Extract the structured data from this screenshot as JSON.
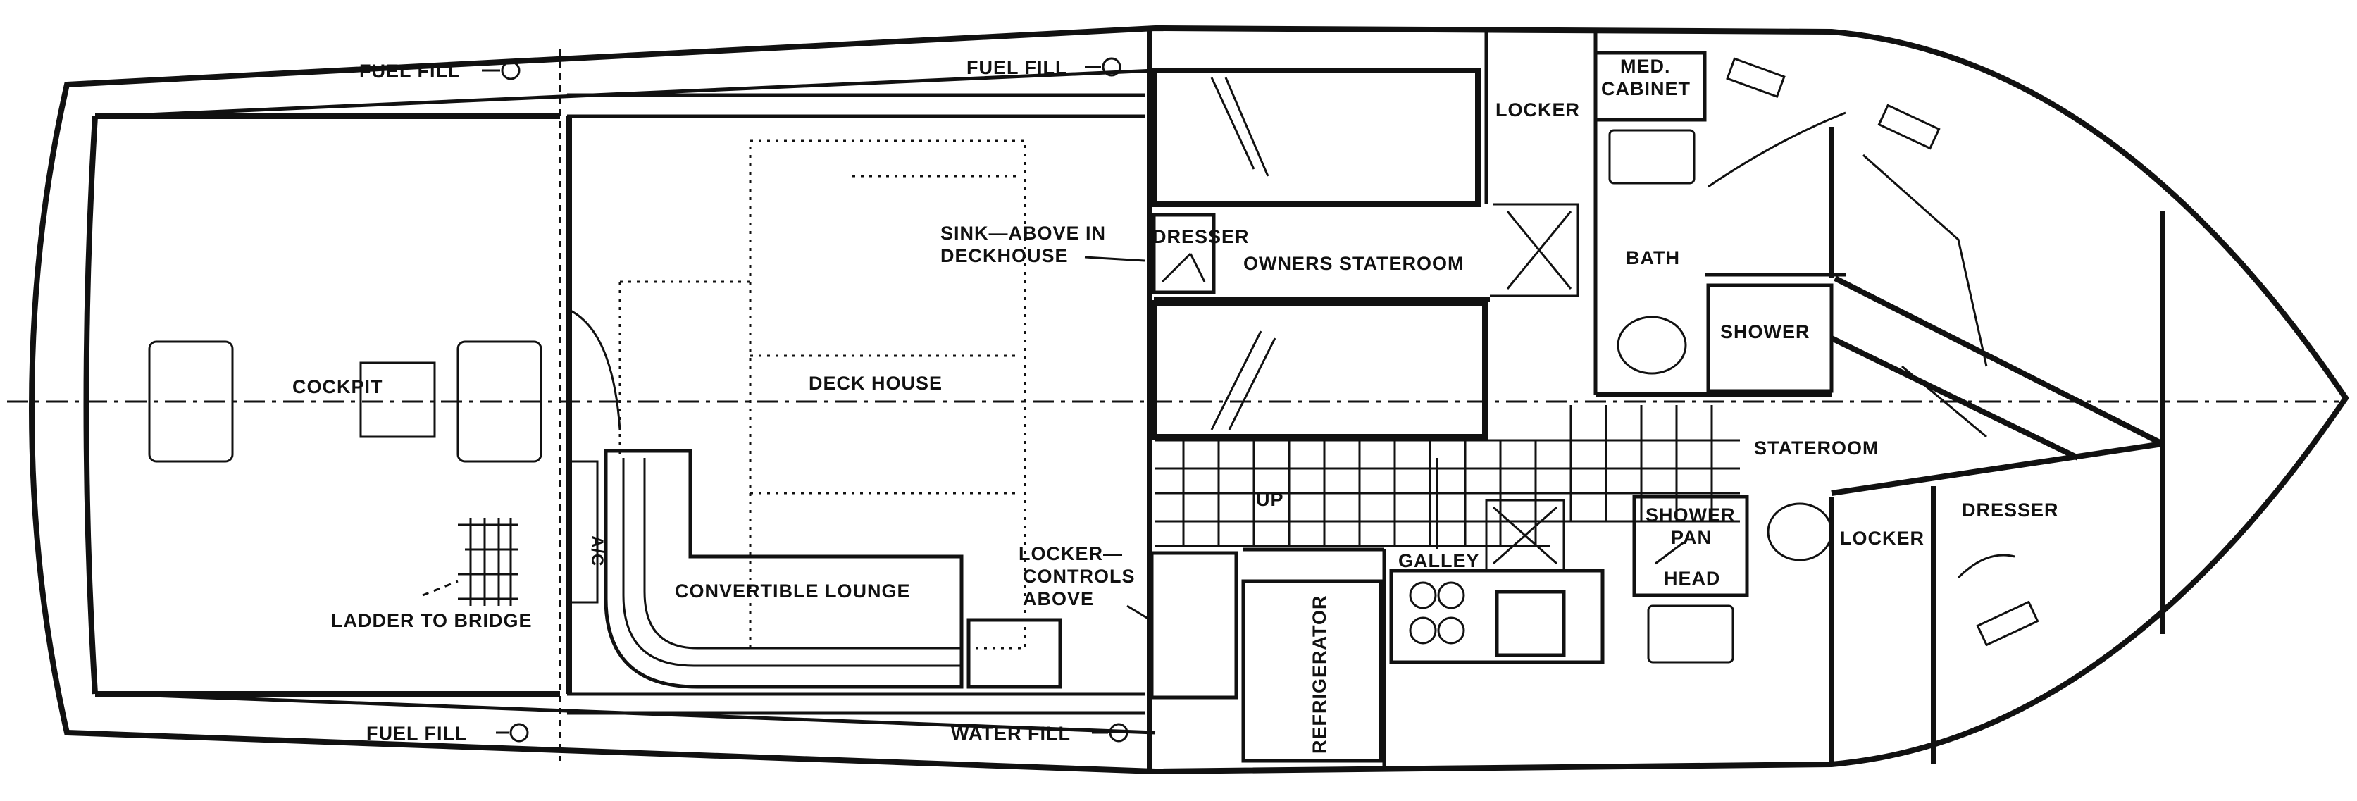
{
  "labels": {
    "fuel_fill_top_left": "FUEL FILL",
    "fuel_fill_top_center": "FUEL FILL",
    "fuel_fill_bottom_left": "FUEL FILL",
    "water_fill": "WATER FILL",
    "cockpit": "COCKPIT",
    "deck_house": "DECK HOUSE",
    "ac": "A/C",
    "ladder_to_bridge": "LADDER TO BRIDGE",
    "convertible_lounge": "CONVERTIBLE LOUNGE",
    "sink_above_line1": "SINK—ABOVE IN",
    "sink_above_line2": "DECKHOUSE",
    "dresser_owners": "DRESSER",
    "owners_stateroom": "OWNERS STATEROOM",
    "locker_top": "LOCKER",
    "med_cabinet_line1": "MED.",
    "med_cabinet_line2": "CABINET",
    "bath": "BATH",
    "shower": "SHOWER",
    "stateroom": "STATEROOM",
    "up": "UP",
    "locker_controls_line1": "LOCKER—",
    "locker_controls_line2": "CONTROLS",
    "locker_controls_line3": "ABOVE",
    "galley": "GALLEY",
    "refrigerator": "REFRIGERATOR",
    "shower_pan_line1": "SHOWER",
    "shower_pan_line2": "PAN",
    "head": "HEAD",
    "locker_bottom": "LOCKER",
    "dresser_bow": "DRESSER"
  }
}
